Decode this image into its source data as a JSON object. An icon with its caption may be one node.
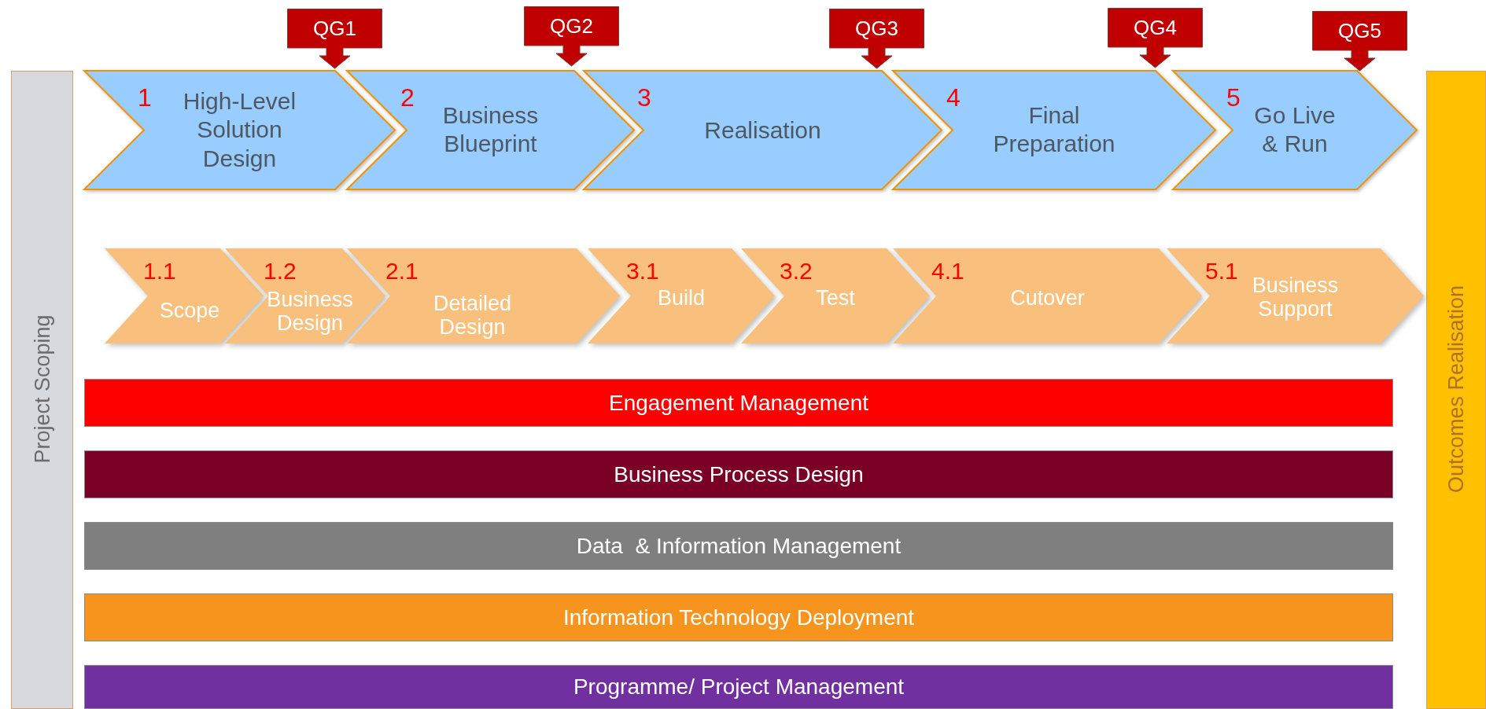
{
  "diagram": {
    "nodes": [
      {
        "text": [
          "QG1"
        ]
      },
      {
        "text": [
          "QG2"
        ]
      },
      {
        "text": [
          "QG3"
        ]
      },
      {
        "text": [
          "QG4"
        ]
      },
      {
        "text": [
          "QG5"
        ]
      },
      {
        "text": [
          "Project Scoping"
        ]
      },
      {
        "text": [
          "1",
          "High-Level Solution Design"
        ]
      },
      {
        "text": [
          "2",
          "Business Blueprint"
        ]
      },
      {
        "text": [
          "3",
          "Realisation"
        ]
      },
      {
        "text": [
          "4",
          "Final Preparation"
        ]
      },
      {
        "text": [
          "5",
          "Go Live & Run"
        ]
      },
      {
        "text": [
          "Outcomes Realisation"
        ]
      },
      {
        "text": [
          "1.1",
          "Scope"
        ]
      },
      {
        "text": [
          "1.2",
          "Business Design"
        ]
      },
      {
        "text": [
          "2.1",
          "Detailed Design"
        ]
      },
      {
        "text": [
          "3.1",
          "Build"
        ]
      },
      {
        "text": [
          "3.2",
          "Test"
        ]
      },
      {
        "text": [
          "4.1",
          "Cutover"
        ]
      },
      {
        "text": [
          "5.1",
          "Business Support"
        ]
      },
      {
        "text": [
          "Engagement Management"
        ]
      },
      {
        "text": [
          "Business Process Design"
        ]
      },
      {
        "text": [
          "Data  & Information Management"
        ]
      },
      {
        "text": [
          "Information Technology Deployment"
        ]
      },
      {
        "text": [
          "Programme/ Project Management"
        ]
      }
    ]
  }
}
